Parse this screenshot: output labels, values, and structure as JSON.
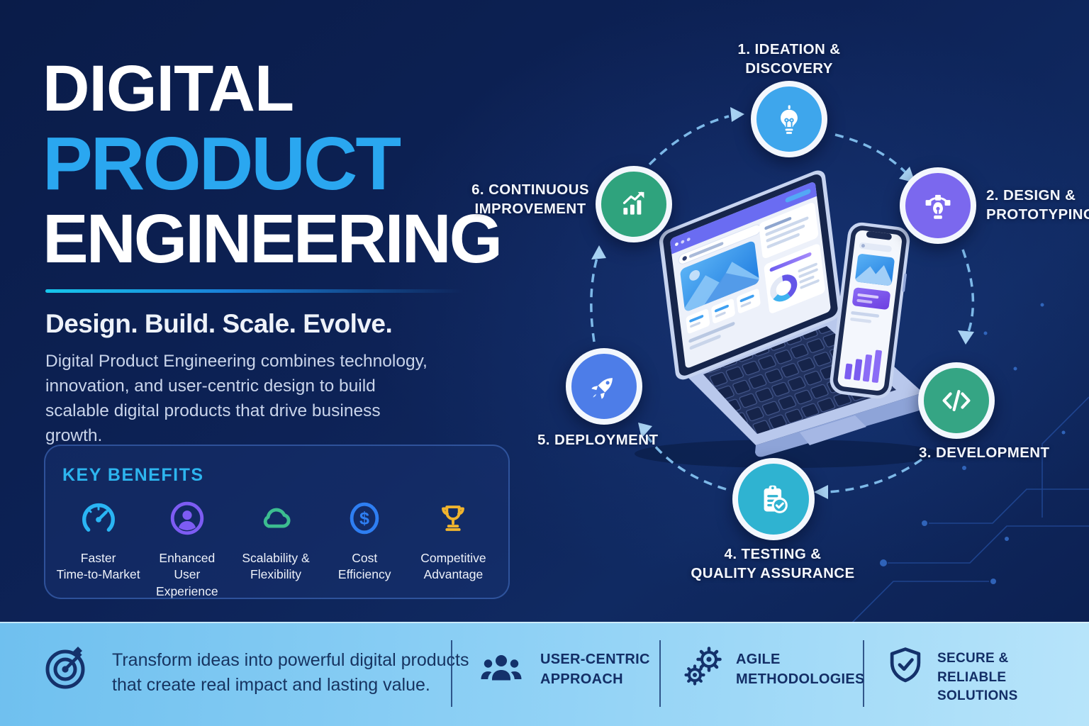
{
  "poster": {
    "title_line1": "DIGITAL",
    "title_line2": "PRODUCT",
    "title_line3": "ENGINEERING",
    "title_accent_color": "#2aa7f0",
    "tagline": "Design. Build. Scale. Evolve.",
    "description": "Digital Product Engineering combines technology, innovation, and user-centric design to build scalable digital products that drive business growth."
  },
  "benefits": {
    "heading": "KEY BENEFITS",
    "heading_color": "#2db5ef",
    "items": [
      {
        "icon": "speedometer-icon",
        "color": "#2ab5f4",
        "line1": "Faster",
        "line2": "Time-to-Market"
      },
      {
        "icon": "user-icon",
        "color": "#7d5cf3",
        "line1": "Enhanced",
        "line2": "User Experience"
      },
      {
        "icon": "cloud-icon",
        "color": "#3cbd90",
        "line1": "Scalability &",
        "line2": "Flexibility"
      },
      {
        "icon": "dollar-icon",
        "color": "#2e7ef2",
        "line1": "Cost",
        "line2": "Efficiency"
      },
      {
        "icon": "trophy-icon",
        "color": "#f0b42e",
        "line1": "Competitive",
        "line2": "Advantage"
      }
    ]
  },
  "process": {
    "steps": [
      {
        "icon": "lightbulb-icon",
        "color": "#3ea6ec",
        "line1": "1. IDEATION &",
        "line2": "DISCOVERY"
      },
      {
        "icon": "pen-tool-icon",
        "color": "#7b68ee",
        "line1": "2. DESIGN &",
        "line2": "PROTOTYPING"
      },
      {
        "icon": "code-icon",
        "color": "#35a584",
        "line1": "3. DEVELOPMENT",
        "line2": ""
      },
      {
        "icon": "clipboard-check-icon",
        "color": "#2fb3d1",
        "line1": "4. TESTING &",
        "line2": "QUALITY ASSURANCE"
      },
      {
        "icon": "rocket-icon",
        "color": "#4d7de8",
        "line1": "5. DEPLOYMENT",
        "line2": ""
      },
      {
        "icon": "growth-chart-icon",
        "color": "#2fa37d",
        "line1": "6. CONTINUOUS",
        "line2": "IMPROVEMENT"
      }
    ]
  },
  "footer": {
    "message_line1": "Transform ideas into powerful digital products",
    "message_line2": "that create real impact and lasting value.",
    "items": [
      {
        "icon": "people-icon",
        "line1": "USER-CENTRIC",
        "line2": "APPROACH"
      },
      {
        "icon": "gears-icon",
        "line1": "AGILE",
        "line2": "METHODOLOGIES"
      },
      {
        "icon": "shield-check-icon",
        "line1": "SECURE &",
        "line2": "RELIABLE SOLUTIONS"
      }
    ]
  }
}
